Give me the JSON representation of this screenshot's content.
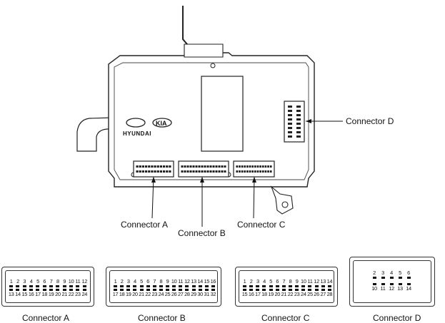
{
  "labels": {
    "connector_a": "Connector A",
    "connector_b": "Connector B",
    "connector_c": "Connector C",
    "connector_d": "Connector D"
  },
  "logo": {
    "brand_text": "HYUNDAI",
    "kia_text": "KIA"
  },
  "connector_faces": {
    "a": {
      "caption": "Connector A",
      "row1": [
        "1",
        "2",
        "3",
        "4",
        "5",
        "6",
        "7",
        "8",
        "9",
        "10",
        "11",
        "12"
      ],
      "row2": [
        "13",
        "14",
        "15",
        "16",
        "17",
        "18",
        "19",
        "20",
        "21",
        "22",
        "23",
        "24"
      ]
    },
    "b": {
      "caption": "Connector B",
      "row1": [
        "1",
        "2",
        "3",
        "4",
        "5",
        "6",
        "7",
        "8",
        "9",
        "10",
        "11",
        "12",
        "13",
        "14",
        "15",
        "16"
      ],
      "row2": [
        "17",
        "18",
        "19",
        "20",
        "21",
        "22",
        "23",
        "24",
        "25",
        "26",
        "27",
        "28",
        "29",
        "30",
        "31",
        "32"
      ]
    },
    "c": {
      "caption": "Connector C",
      "row1": [
        "1",
        "2",
        "3",
        "4",
        "5",
        "6",
        "7",
        "8",
        "9",
        "10",
        "11",
        "12",
        "13",
        "14"
      ],
      "row2": [
        "15",
        "16",
        "17",
        "18",
        "19",
        "20",
        "21",
        "22",
        "23",
        "24",
        "25",
        "26",
        "27",
        "28"
      ]
    },
    "d": {
      "caption": "Connector D",
      "row1": [
        "2",
        "3",
        "4",
        "5",
        "6"
      ],
      "row2": [
        "10",
        "11",
        "12",
        "13",
        "14"
      ]
    }
  }
}
